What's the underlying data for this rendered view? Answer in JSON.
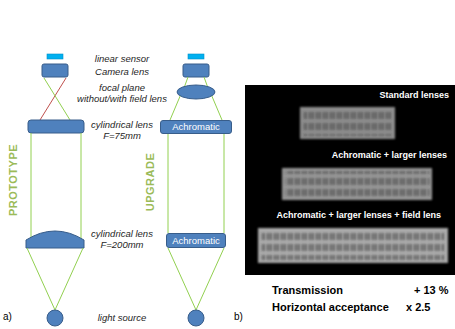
{
  "diagram": {
    "nodes": [
      {
        "text": [
          "Achromatic"
        ]
      },
      {
        "text": [
          "Achromatic"
        ]
      },
      {
        "text": [
          "Standard lenses",
          "Achromatic + larger lenses",
          "Achromatic + larger lenses + field lens"
        ]
      }
    ],
    "labels": [
      "linear sensor",
      "Camera lens",
      "focal plane without/with field lens",
      "cylindrical lens F=75mm",
      "cylindrical lens F=200mm",
      "light source",
      "PROTOTYPE",
      "UPGRADE",
      "a)",
      "b)",
      "Transmission",
      "+ 13 %",
      "Horizontal acceptance",
      "x 2.5"
    ]
  }
}
